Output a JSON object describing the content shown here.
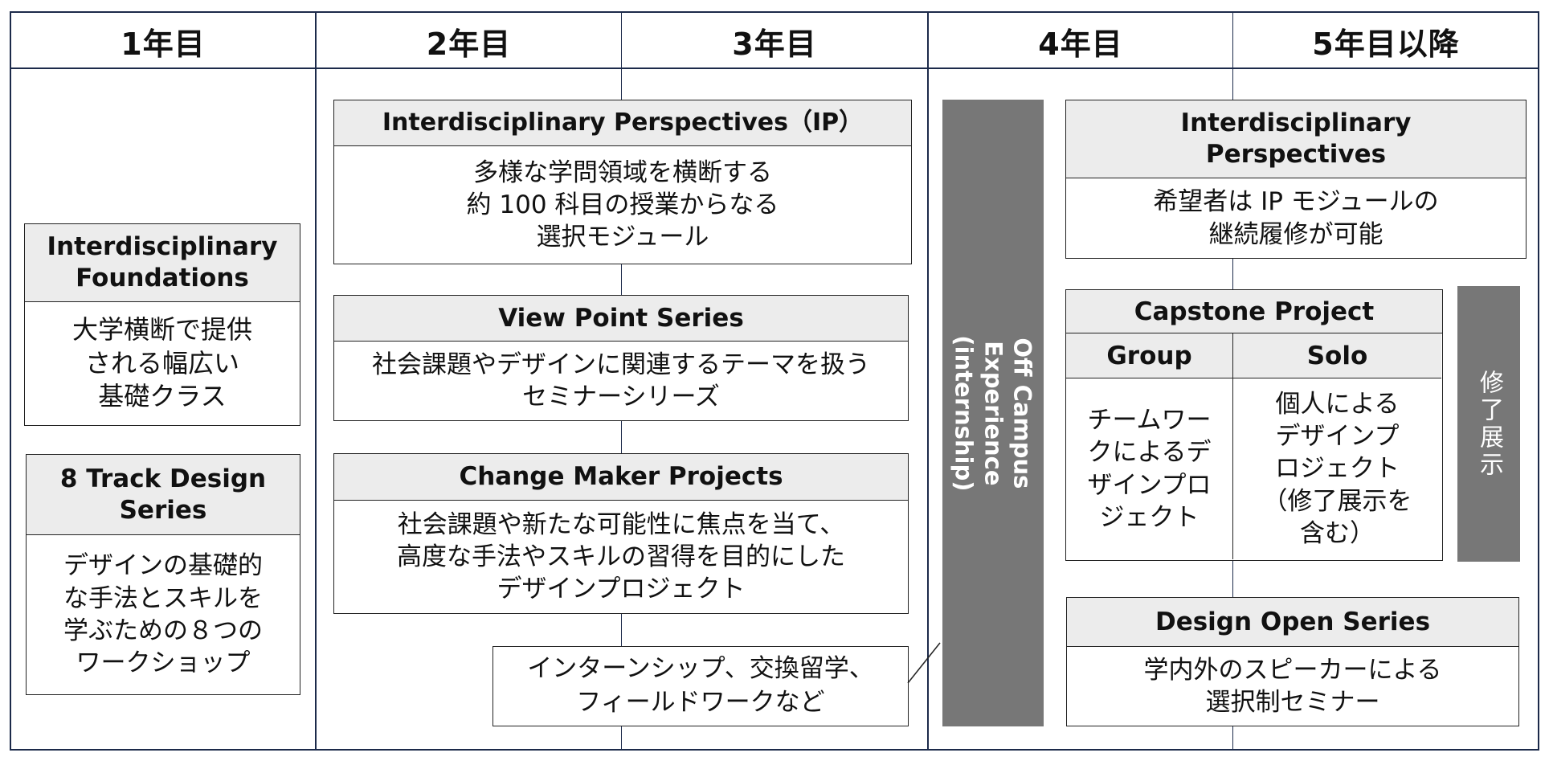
{
  "headers": {
    "y1": "1年目",
    "y2": "2年目",
    "y3": "3年目",
    "y4": "4年目",
    "y5": "5年目以降"
  },
  "if_box": {
    "title": "Interdisciplinary\nFoundations",
    "body": "大学横断で提供\nされる幅広い\n基礎クラス"
  },
  "track_box": {
    "title": "8 Track Design\nSeries",
    "body": "デザインの基礎的\nな手法とスキルを\n学ぶための８つの\nワークショップ"
  },
  "ip_box": {
    "title": "Interdisciplinary Perspectives（IP）",
    "body": "多様な学問領域を横断する\n約 100 科目の授業からなる\n選択モジュール"
  },
  "vp_box": {
    "title": "View Point Series",
    "body": "社会課題やデザインに関連するテーマを扱う\nセミナーシリーズ"
  },
  "cm_box": {
    "title": "Change Maker Projects",
    "body": "社会課題や新たな可能性に焦点を当て、\n高度な手法やスキルの習得を目的にした\nデザインプロジェクト"
  },
  "intern_box": {
    "body": "インターンシップ、交換留学、\nフィールドワークなど"
  },
  "off_campus": {
    "label": "Off Campus Experience\n(internship)"
  },
  "ip2_box": {
    "title": "Interdisciplinary\nPerspectives",
    "body": "希望者は IP モジュールの\n継続履修が可能"
  },
  "capstone": {
    "title": "Capstone Project",
    "group_title": "Group",
    "group_body": "チームワー\nクによるデ\nザインプロ\nジェクト",
    "solo_title": "Solo",
    "solo_body": "個人による\nデザインプ\nロジェクト\n（修了展示を\n含む）"
  },
  "exhibit": {
    "label": "修了展示"
  },
  "dos_box": {
    "title": "Design Open Series",
    "body": "学内外のスピーカーによる\n選択制セミナー"
  }
}
